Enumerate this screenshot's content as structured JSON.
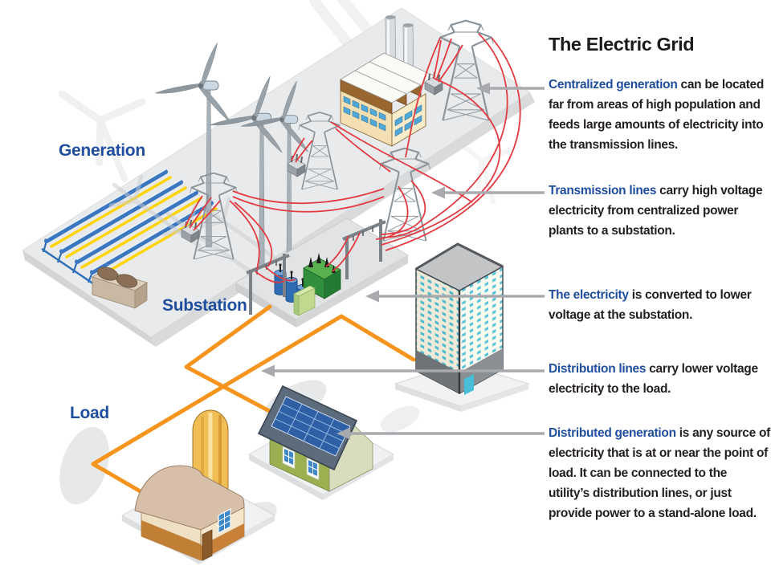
{
  "title": "The Electric Grid",
  "diagram": {
    "labels": {
      "generation": "Generation",
      "substation": "Substation",
      "load": "Load"
    },
    "components": [
      "wind-turbines",
      "solar-thermal-troughs",
      "power-plant",
      "transmission-towers",
      "substation-equipment",
      "office-building",
      "solar-house",
      "barn-with-silo"
    ]
  },
  "annotations": [
    {
      "lead": "Centralized generation",
      "text": " can be located far from areas of high population and feeds large amounts of electricity into the transmission lines."
    },
    {
      "lead": "Transmission lines",
      "text": " carry high voltage electricity from centralized power plants to a substation."
    },
    {
      "lead": "The electricity",
      "text": " is converted to lower voltage at the substation."
    },
    {
      "lead": "Distribution lines",
      "text": " carry lower voltage electricity to the  load."
    },
    {
      "lead": "Distributed generation",
      "text": " is any source of electricity that is at or near the point of load. It can be connected to the utility’s distribution lines, or just provide power to a stand-alone load."
    }
  ],
  "colors": {
    "label-blue": "#1F4E9E",
    "lead-blue": "#1F4E9E",
    "body-text": "#231F20",
    "transmission-red": "#E23B41",
    "distribution-orange": "#F7941D",
    "arrow-gray": "#A8AAAD"
  }
}
